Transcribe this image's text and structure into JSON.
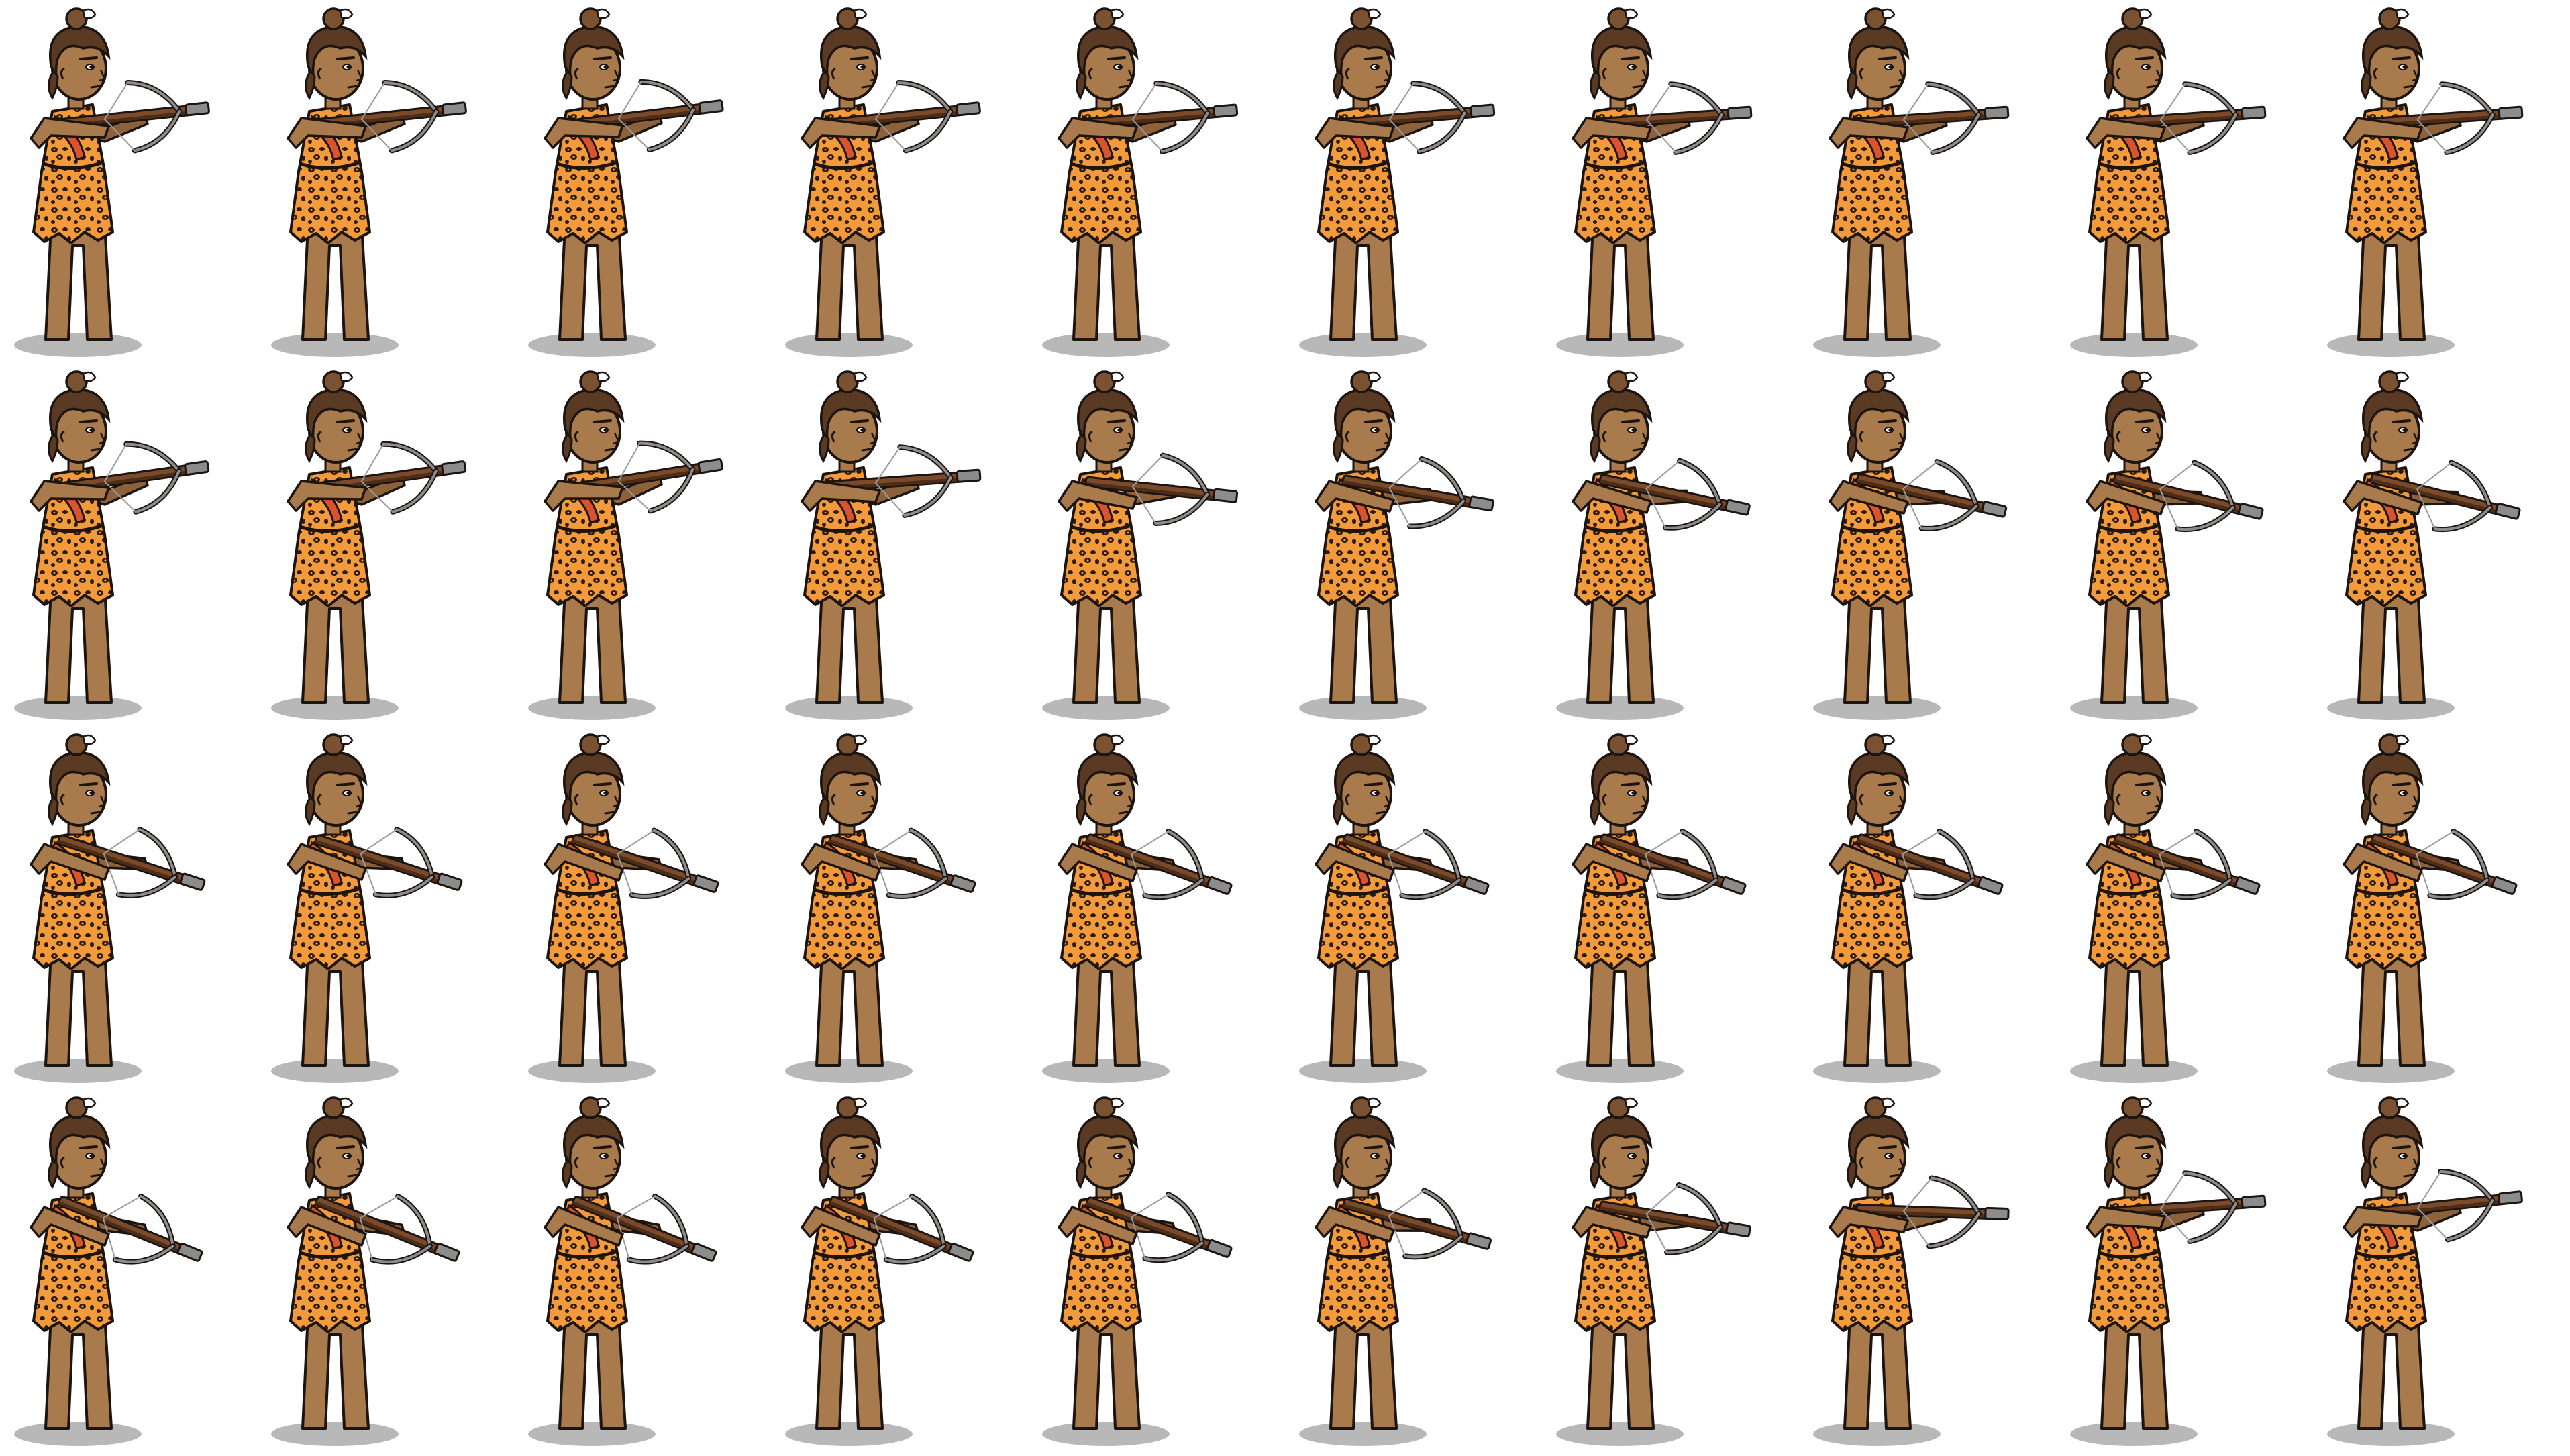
{
  "sprite_sheet": {
    "columns": 10,
    "rows": 4,
    "colors": {
      "background": "#ffffff",
      "skin": "#a97a4c",
      "skin_shadow": "#8d623a",
      "outline": "#1b1410",
      "hair": "#5a3a22",
      "hair_highlight": "#7a5232",
      "hair_tie": "#ffffff",
      "dress": "#f39a3b",
      "dress_spots": "#2a1c12",
      "sash": "#d9532c",
      "crossbow_wood": "#7a4a2a",
      "crossbow_wood_dark": "#4e2d17",
      "crossbow_metal": "#8c8c8c",
      "bowstring": "#9a9a9a",
      "shadow": "#b8b8b8"
    },
    "rows_data": [
      {
        "aim_angles_deg": [
          -6,
          -6,
          -7,
          -6,
          -5,
          -5,
          -4,
          -4,
          -4,
          -4
        ]
      },
      {
        "aim_angles_deg": [
          -8,
          -8,
          -9,
          -4,
          6,
          10,
          12,
          13,
          14,
          14
        ]
      },
      {
        "aim_angles_deg": [
          18,
          18,
          19,
          19,
          20,
          20,
          20,
          20,
          20,
          20
        ]
      },
      {
        "aim_angles_deg": [
          22,
          22,
          22,
          22,
          20,
          16,
          10,
          2,
          -4,
          -6
        ]
      }
    ]
  }
}
